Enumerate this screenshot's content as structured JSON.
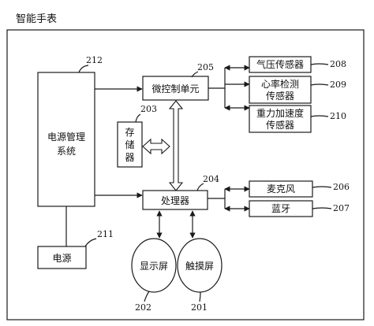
{
  "title": "智能手表",
  "blocks": {
    "power_mgmt": {
      "label_line1": "电源管理",
      "label_line2": "系统",
      "ref": "212"
    },
    "power": {
      "label": "电源",
      "ref": "211"
    },
    "mcu": {
      "label": "微控制单元",
      "ref": "205"
    },
    "storage": {
      "label_chars": [
        "存",
        "储",
        "器"
      ],
      "ref": "203"
    },
    "processor": {
      "label": "处理器",
      "ref": "204"
    },
    "barometer": {
      "label": "气压传感器",
      "ref": "208"
    },
    "heart_rate": {
      "label_line1": "心率检测",
      "label_line2": "传感器",
      "ref": "209"
    },
    "gravity": {
      "label_line1": "重力加速度",
      "label_line2": "传感器",
      "ref": "210"
    },
    "microphone": {
      "label": "麦克风",
      "ref": "206"
    },
    "bluetooth": {
      "label": "蓝牙",
      "ref": "207"
    },
    "display": {
      "label": "显示屏",
      "ref": "202"
    },
    "touch": {
      "label": "触摸屏",
      "ref": "201"
    }
  },
  "colors": {
    "line": "#1a1a1a",
    "background": "#ffffff"
  }
}
